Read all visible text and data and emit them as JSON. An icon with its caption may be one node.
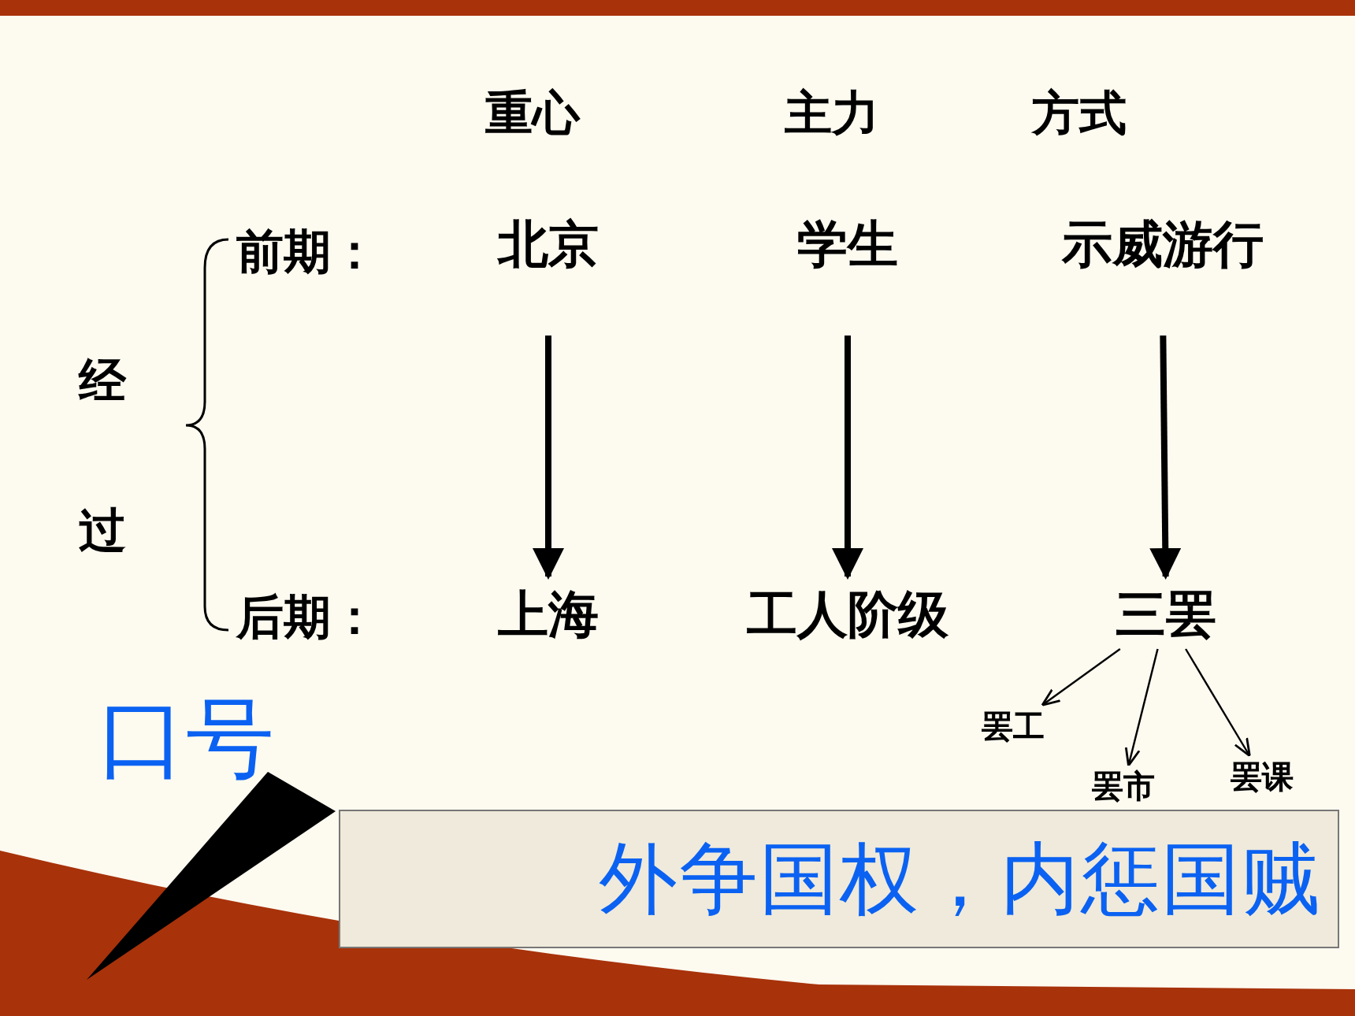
{
  "diagram": {
    "nodes": [
      {
        "text": [
          "北京"
        ]
      },
      {
        "text": [
          "学生"
        ]
      },
      {
        "text": [
          "示威游行"
        ]
      },
      {
        "text": [
          "上海"
        ]
      },
      {
        "text": [
          "工人阶级"
        ]
      },
      {
        "text": [
          "三罢"
        ]
      },
      {
        "text": [
          "罢工"
        ]
      },
      {
        "text": [
          "罢市"
        ]
      },
      {
        "text": [
          "罢课"
        ]
      },
      {
        "text": [
          "外争国权，内惩国贼"
        ]
      }
    ],
    "edges": [
      {
        "from": 0,
        "to": 3,
        "arrow": "to",
        "style": "thick"
      },
      {
        "from": 1,
        "to": 4,
        "arrow": "to",
        "style": "thick"
      },
      {
        "from": 2,
        "to": 5,
        "arrow": "to",
        "style": "thick"
      },
      {
        "from": 5,
        "to": 6,
        "arrow": "to"
      },
      {
        "from": 5,
        "to": 7,
        "arrow": "to"
      },
      {
        "from": 5,
        "to": 8,
        "arrow": "to"
      }
    ],
    "labels": [
      "重心",
      "主力",
      "方式",
      "前期：",
      "后期：",
      "经过",
      "口号"
    ]
  }
}
